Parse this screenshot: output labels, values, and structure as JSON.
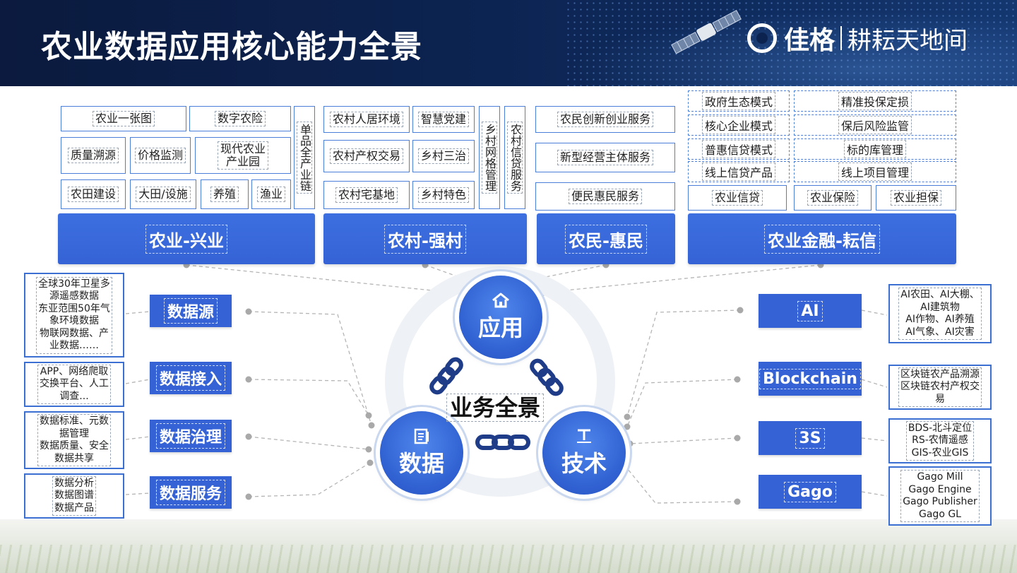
{
  "header": {
    "title": "农业数据应用核心能力全景",
    "logo_brand": "佳格",
    "logo_slogan": "耕耘天地间"
  },
  "top": {
    "agriculture": {
      "items": [
        "农业一张图",
        "数字农险",
        "质量溯源",
        "价格监测",
        "现代农业\n产业园",
        "农田建设",
        "大田/设施",
        "养殖",
        "渔业"
      ],
      "vertical": "单品全产业链",
      "bar": "农业-兴业"
    },
    "village": {
      "items": [
        "农村人居环境",
        "智慧党建",
        "农村产权交易",
        "乡村三治",
        "农村宅基地",
        "乡村特色"
      ],
      "vertical": [
        "乡村网格管理",
        "农村信贷服务"
      ],
      "bar": "农村-强村"
    },
    "farmer": {
      "items": [
        "农民创新创业服务",
        "新型经营主体服务",
        "便民惠民服务"
      ],
      "bar": "农民-惠民"
    },
    "finance": {
      "left": [
        "政府生态模式",
        "核心企业模式",
        "普惠信贷模式",
        "线上信贷产品"
      ],
      "right": [
        "精准投保定损",
        "保后风险监管",
        "标的库管理",
        "线上项目管理"
      ],
      "bottom": [
        "农业信贷",
        "农业保险",
        "农业担保"
      ],
      "bar": "农业金融-耘信"
    }
  },
  "left": {
    "labels": [
      "数据源",
      "数据接入",
      "数据治理",
      "数据服务"
    ],
    "notes": [
      "全球30年卫星多\n源遥感数据\n东亚范围50年气\n象环境数据\n物联网数据、产\n业数据……",
      "APP、网络爬取\n交换平台、人工\n调查...",
      "数据标准、元数\n据管理\n数据质量、安全\n数据共享",
      "数据分析\n数据图谱\n数据产品"
    ]
  },
  "right": {
    "labels": [
      "AI",
      "Blockchain",
      "3S",
      "Gago"
    ],
    "notes": [
      "AI农田、AI大棚、\nAI建筑物\nAI作物、AI养殖\nAI气象、AI灾害",
      "区块链农产品溯源\n区块链农村产权交\n易",
      "BDS-北斗定位\nRS-农情遥感\nGIS-农业GIS",
      "Gago Mill\nGago Engine\nGago Publisher\nGago GL"
    ]
  },
  "center": {
    "application": "应用",
    "data": "数据",
    "technology": "技术",
    "label": "业务全景"
  },
  "colors": {
    "header_bg": "#0c2350",
    "primary_blue": "#3563d6",
    "border_blue": "#4a7ed8"
  },
  "icons": [
    "house-icon",
    "document-icon",
    "text-tool-icon",
    "chain-link-icon",
    "satellite-icon",
    "logo-ring-icon"
  ]
}
